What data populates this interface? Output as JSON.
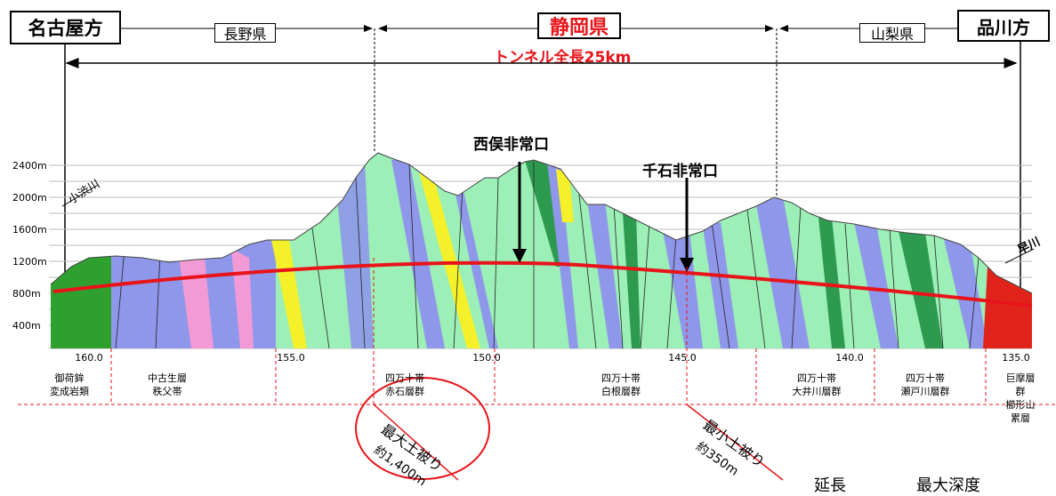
{
  "header": {
    "left_end": "名古屋方",
    "right_end": "品川方",
    "prefectures": [
      "長野県",
      "静岡県",
      "山梨県"
    ],
    "tunnel_length": "トンネル全長25km"
  },
  "portals": {
    "nishimata": "西俣非常口",
    "senngoku": "千石非常口"
  },
  "rivers": {
    "left": "小渋川",
    "right": "早川"
  },
  "altitude_labels": [
    "2400m",
    "2000m",
    "1600m",
    "1200m",
    "800m",
    "400m"
  ],
  "km_labels": [
    "160.0",
    "155.0",
    "150.0",
    "145.0",
    "140.0",
    "135.0"
  ],
  "geology": [
    {
      "l1": "御荷鉾",
      "l2": "変成岩類"
    },
    {
      "l1": "中古生層",
      "l2": "秩父帯"
    },
    {
      "l1": "四万十帯",
      "l2": "赤石層群"
    },
    {
      "l1": "四万十帯",
      "l2": "白根層群"
    },
    {
      "l1": "四万十帯",
      "l2": "大井川層群"
    },
    {
      "l1": "四万十帯",
      "l2": "瀬戸川層群"
    },
    {
      "l1": "巨摩層群",
      "l2": "櫛形山累層"
    }
  ],
  "cover": {
    "max_title": "最大土被り",
    "max_value": "約1,400m",
    "min_title": "最小土被り",
    "min_value": "約350m"
  },
  "footer_partial": {
    "length": "延長",
    "depth": "最大深度"
  },
  "colors": {
    "tunnel": "#e8141a",
    "green_light": "#9cefb7",
    "green_dark": "#2e9a50",
    "blue": "#8f97ea",
    "pink": "#f29ad6",
    "yellow": "#f4f02a",
    "red_rock": "#e0241c",
    "green_left": "#2fa030"
  }
}
